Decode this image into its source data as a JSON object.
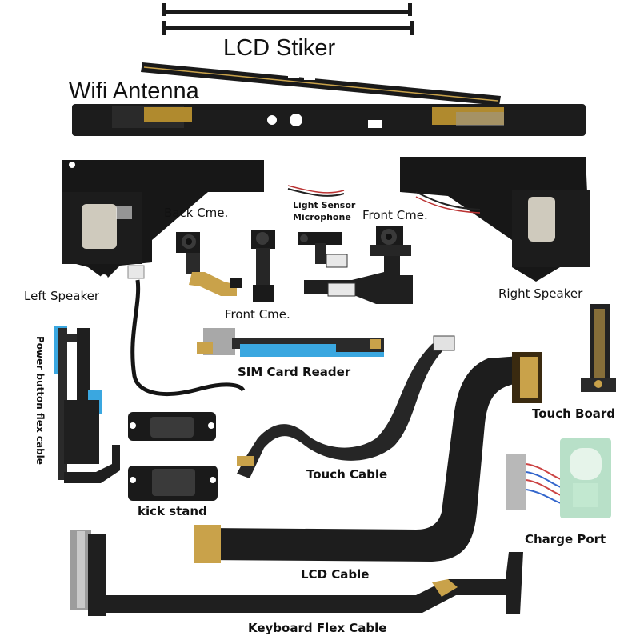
{
  "labels": {
    "lcd_sticker": "LCD Stiker",
    "wifi_antenna": "Wifi Antenna",
    "back_camera": "Back Cme.",
    "light_sensor": "Light Sensor",
    "microphone": "Microphone",
    "front_camera_right": "Front Cme.",
    "left_speaker": "Left Speaker",
    "right_speaker": "Right Speaker",
    "front_camera_center": "Front Cme.",
    "sim_card_reader": "SIM Card Reader",
    "power_button_flex": "Power button flex cable",
    "touch_board": "Touch Board",
    "touch_cable": "Touch Cable",
    "kick_stand": "kick stand",
    "charge_port": "Charge Port",
    "lcd_cable": "LCD Cable",
    "keyboard_flex_cable": "Keyboard Flex Cable"
  },
  "colors": {
    "part_black": "#1a1a1a",
    "flex_cable": "#262626",
    "gold_contact": "#c9a24a",
    "speaker_grey": "#cfcabd",
    "flex_blue": "#3aa7e0",
    "charge_green": "#b8e0c8",
    "copper_tape": "#b08a2e"
  }
}
